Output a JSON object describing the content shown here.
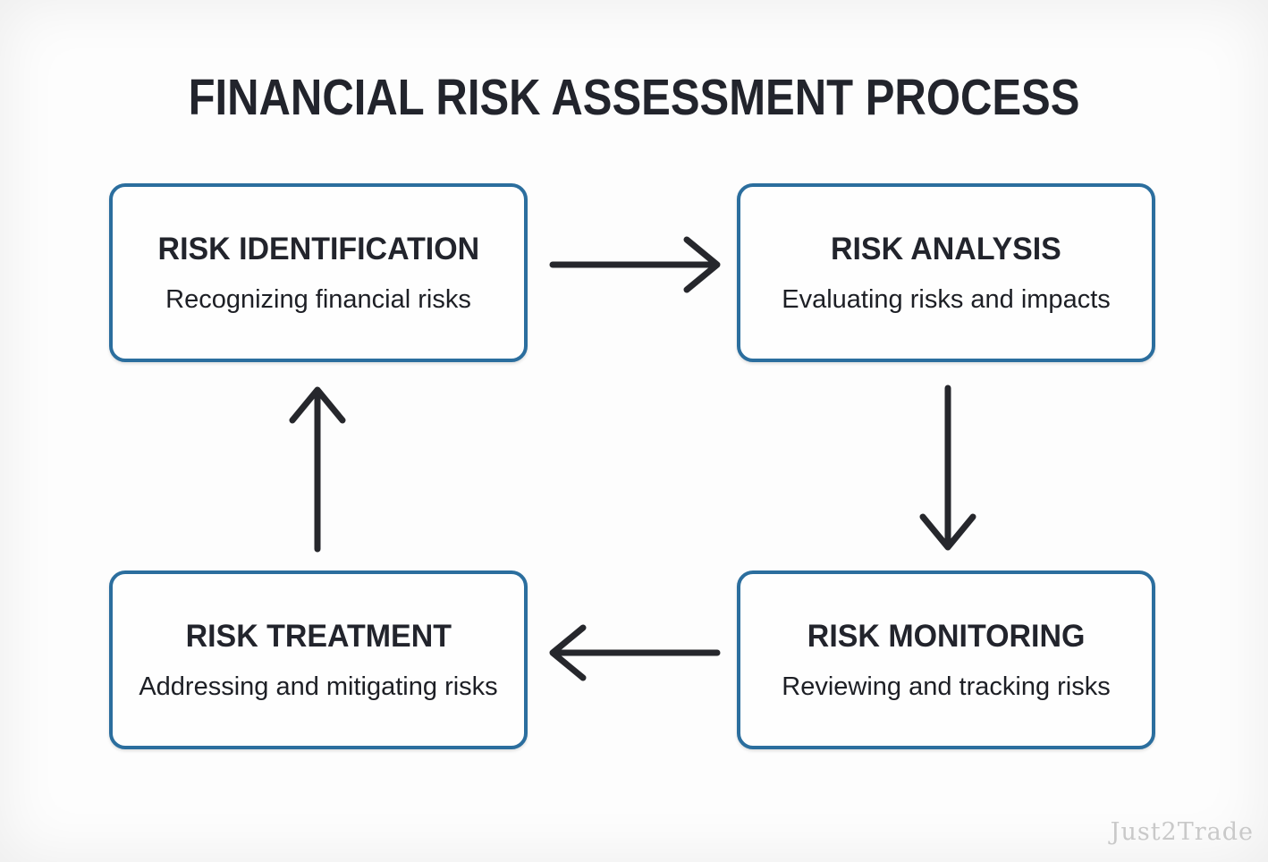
{
  "diagram": {
    "title": "FINANCIAL RISK ASSESSMENT PROCESS",
    "nodes": [
      {
        "id": "risk-identification",
        "title": "RISK IDENTIFICATION",
        "subtitle": "Recognizing financial risks"
      },
      {
        "id": "risk-analysis",
        "title": "RISK ANALYSIS",
        "subtitle": "Evaluating risks and impacts"
      },
      {
        "id": "risk-monitoring",
        "title": "RISK MONITORING",
        "subtitle": "Reviewing and tracking risks"
      },
      {
        "id": "risk-treatment",
        "title": "RISK TREATMENT",
        "subtitle": "Addressing and mitigating risks"
      }
    ],
    "flow": [
      "risk-identification -> risk-analysis",
      "risk-analysis -> risk-monitoring",
      "risk-monitoring -> risk-treatment",
      "risk-treatment -> risk-identification"
    ],
    "colors": {
      "box_border": "#2b6e9e",
      "box_fill": "#fefefe",
      "text": "#22242c",
      "arrow": "#26272c",
      "watermark": "#c9c9c9",
      "background": "#fdfdfd"
    },
    "watermark": "Just2Trade"
  }
}
